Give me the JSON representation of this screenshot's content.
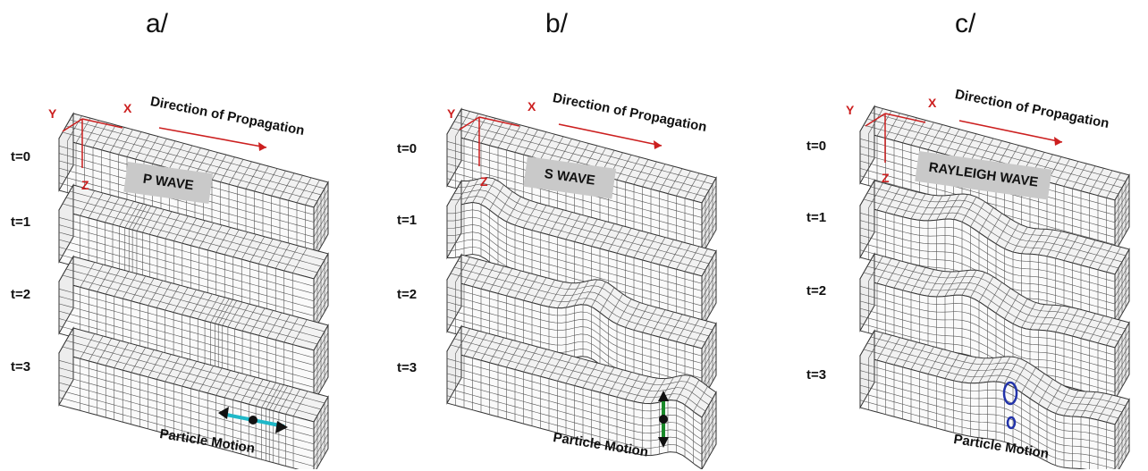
{
  "panels": [
    {
      "label": "a/",
      "wave_name": "P WAVE",
      "direction": "Direction of Propagation",
      "axis_x": "X",
      "axis_y": "Y",
      "axis_z": "Z",
      "times": [
        "t=0",
        "t=1",
        "t=2",
        "t=3"
      ],
      "particle_motion": "Particle Motion",
      "motion_color": "#1fb8c8"
    },
    {
      "label": "b/",
      "wave_name": "S WAVE",
      "direction": "Direction of Propagation",
      "axis_x": "X",
      "axis_y": "Y",
      "axis_z": "Z",
      "times": [
        "t=0",
        "t=1",
        "t=2",
        "t=3"
      ],
      "particle_motion": "Particle Motion",
      "motion_color": "#1a8a2a"
    },
    {
      "label": "c/",
      "wave_name": "RAYLEIGH WAVE",
      "direction": "Direction of Propagation",
      "axis_x": "X",
      "axis_y": "Y",
      "axis_z": "Z",
      "times": [
        "t=0",
        "t=1",
        "t=2",
        "t=3"
      ],
      "particle_motion": "Particle Motion",
      "motion_color": "#2233aa"
    }
  ],
  "colors": {
    "axis": "#cc1f1f",
    "grid": "#555555",
    "tag": "#c9c9c9"
  }
}
